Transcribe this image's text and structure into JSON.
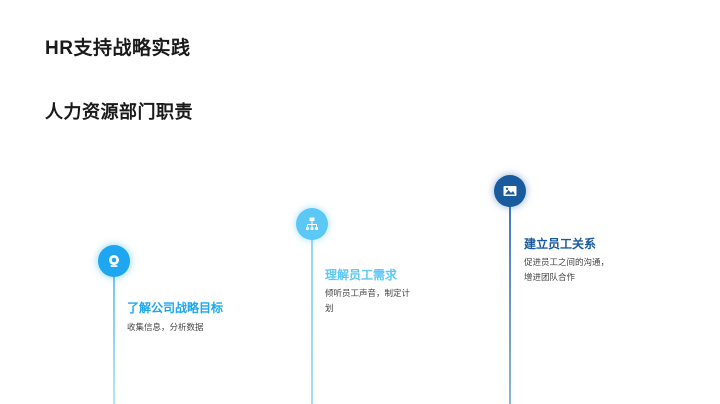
{
  "slide": {
    "title": "HR支持战略实践",
    "subtitle": "人力资源部门职责"
  },
  "colors": {
    "step1": "#1ea7f0",
    "step2": "#5bc8f5",
    "step3": "#1a5b9e"
  },
  "steps": [
    {
      "icon": "webcam-icon",
      "title": "了解公司战略目标",
      "description": "收集信息，分析数据"
    },
    {
      "icon": "org-chart-icon",
      "title": "理解员工需求",
      "description": "倾听员工声音，制定计划"
    },
    {
      "icon": "image-icon",
      "title": "建立员工关系",
      "description": "促进员工之间的沟通，增进团队合作"
    }
  ]
}
